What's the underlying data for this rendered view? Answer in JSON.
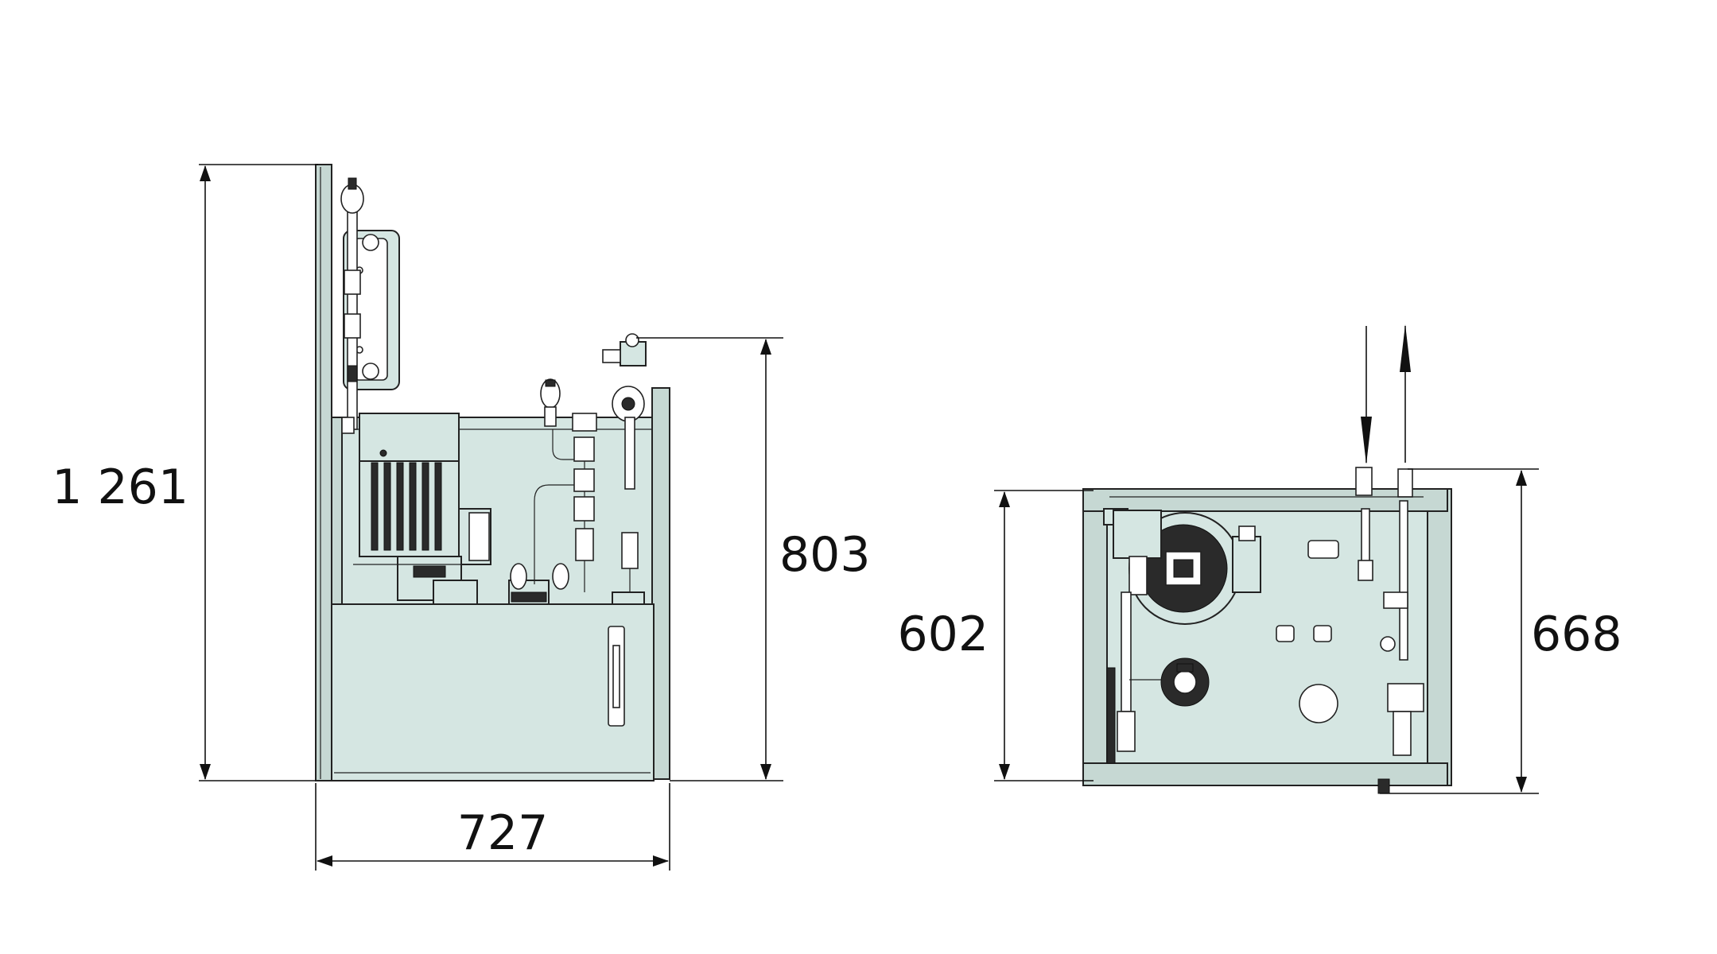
{
  "dimensions": {
    "total_height": "1 261",
    "tank_height": "803",
    "width": "727",
    "plan_depth_inner": "602",
    "plan_depth_outer": "668"
  },
  "colors": {
    "body_fill": "#d5e6e2",
    "frame_fill": "#c6d8d3",
    "line": "#111111"
  },
  "icons": [
    "arrow-down-icon",
    "arrow-up-icon"
  ]
}
